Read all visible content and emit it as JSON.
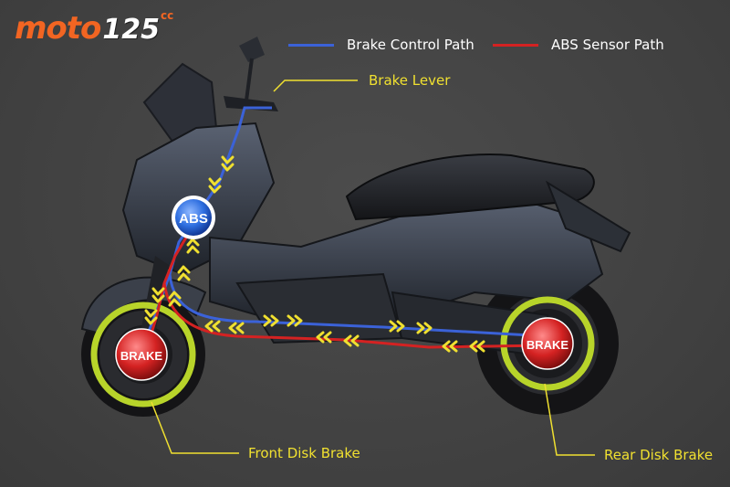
{
  "logo": {
    "word": "moto",
    "number": "125",
    "suffix": "cc"
  },
  "legend": [
    {
      "label": "Brake Control Path",
      "color": "#3b62d8"
    },
    {
      "label": "ABS Sensor Path",
      "color": "#d42222"
    }
  ],
  "callouts": {
    "brake_lever": "Brake Lever",
    "front_disk": "Front Disk Brake",
    "rear_disk": "Rear Disk Brake"
  },
  "badges": {
    "abs": "ABS",
    "front_brake": "BRAKE",
    "rear_brake": "BRAKE"
  },
  "colors": {
    "background": "#444444",
    "brand_orange": "#f26522",
    "callout_yellow": "#f0e030",
    "wheel_ring": "#b8d42a",
    "abs_blue": "#2f6fe0",
    "brake_red": "#d42222"
  }
}
